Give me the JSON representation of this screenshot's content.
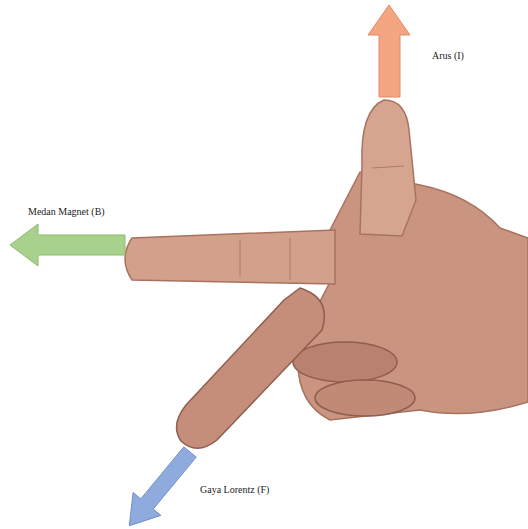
{
  "diagram": {
    "labels": [
      "Arus (I)",
      "Medan Magnet (B)",
      "Gaya Lorentz (F)"
    ]
  }
}
